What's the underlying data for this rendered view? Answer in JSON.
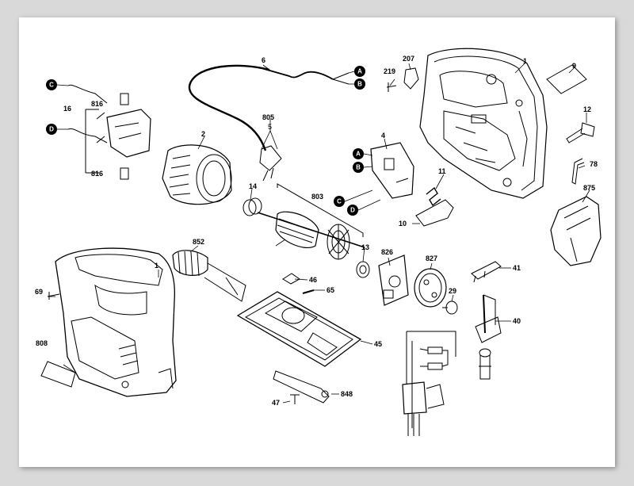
{
  "diagram": {
    "callouts": {
      "c_left": "C",
      "d_left": "D",
      "a_cord": "A",
      "b_cord": "B",
      "a_switch": "A",
      "b_switch": "B",
      "c_switch": "C",
      "d_switch": "D"
    },
    "parts": {
      "p1_top": "1",
      "p1_bottom": "1",
      "p2": "2",
      "p4": "4",
      "p5": "5",
      "p6": "6",
      "p9": "9",
      "p10": "10",
      "p11": "11",
      "p12": "12",
      "p13": "13",
      "p14": "14",
      "p16": "16",
      "p29": "29",
      "p40": "40",
      "p41": "41",
      "p45": "45",
      "p46": "46",
      "p47": "47",
      "p65": "65",
      "p69": "69",
      "p78": "78",
      "p207": "207",
      "p219": "219",
      "p803": "803",
      "p805": "805",
      "p808": "808",
      "p816_top": "816",
      "p816_bottom": "816",
      "p826": "826",
      "p827": "827",
      "p848": "848",
      "p852": "852",
      "p875": "875"
    }
  }
}
